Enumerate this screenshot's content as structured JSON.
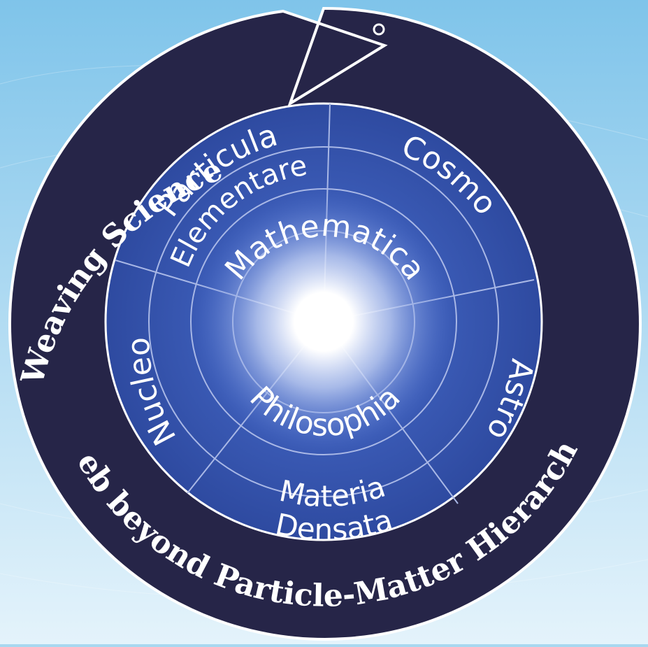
{
  "colors": {
    "background_top": "#7fc4ea",
    "background_bottom": "#e4f3fb",
    "outer_ring": "#262548",
    "inner_disc": "#2e4aa0",
    "inner_disc_light": "#4a6fd0",
    "divider": "#a9b8e6",
    "text": "#ffffff",
    "glow": "#ffffff"
  },
  "diagram": {
    "ring_title": "Weaving Science Web beyond Particle-Matter Hierarchy",
    "center_ring_top": "Mathematica",
    "center_ring_bottom": "Philosophia",
    "sectors": [
      {
        "id": "particula",
        "line1": "Particula",
        "line2": "Elementare"
      },
      {
        "id": "cosmo",
        "line1": "Cosmo",
        "line2": ""
      },
      {
        "id": "astro",
        "line1": "Astro",
        "line2": ""
      },
      {
        "id": "materia",
        "line1": "Materia",
        "line2": "Densata"
      },
      {
        "id": "nucleo",
        "line1": "Nucleo",
        "line2": ""
      }
    ]
  }
}
